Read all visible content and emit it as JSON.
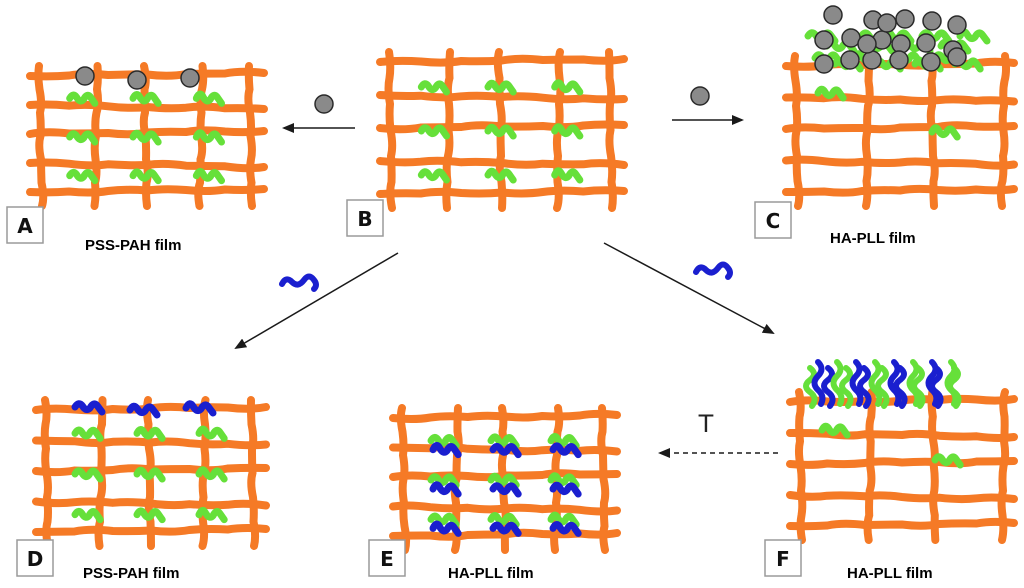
{
  "colors": {
    "network": "#f57a26",
    "green_chain": "#66e03a",
    "blue_chain": "#1a1fcf",
    "particle_fill": "#8a8a8a",
    "particle_stroke": "#2a2a2a",
    "arrow": "#1a1a1a"
  },
  "panels": [
    {
      "id": "A",
      "label": "A",
      "caption": "PSS-PAH film"
    },
    {
      "id": "B",
      "label": "B",
      "caption": ""
    },
    {
      "id": "C",
      "label": "C",
      "caption": "HA-PLL film"
    },
    {
      "id": "D",
      "label": "D",
      "caption": "PSS-PAH film"
    },
    {
      "id": "E",
      "label": "E",
      "caption": "HA-PLL film"
    },
    {
      "id": "F",
      "label": "F",
      "caption": "HA-PLL film"
    }
  ],
  "arrow_ef": {
    "label": "T"
  },
  "legend_icons": {
    "particle": "particle-icon",
    "polymer": "polymer-chain-icon"
  }
}
